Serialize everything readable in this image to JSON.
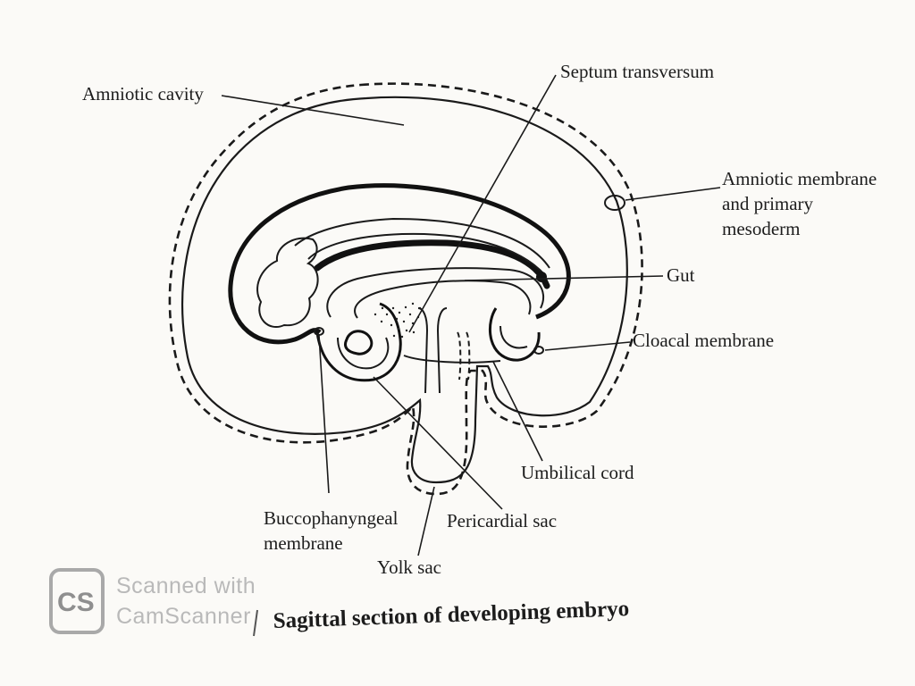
{
  "figure": {
    "caption": "Sagittal section of developing embryo",
    "labels": {
      "amniotic_cavity": "Amniotic cavity",
      "septum_transversum": "Septum transversum",
      "amniotic_membrane_line1": "Amniotic membrane",
      "amniotic_membrane_line2": "and primary",
      "amniotic_membrane_line3": "mesoderm",
      "gut": "Gut",
      "cloacal_membrane": "Cloacal membrane",
      "umbilical_cord": "Umbilical cord",
      "buccopharyngeal_line1": "Buccophanyngeal",
      "buccopharyngeal_line2": "membrane",
      "pericardial_sac": "Pericardial sac",
      "yolk_sac": "Yolk sac"
    }
  },
  "watermark": {
    "logo_text": "CS",
    "line1": "Scanned with",
    "line2": "CamScanner"
  }
}
